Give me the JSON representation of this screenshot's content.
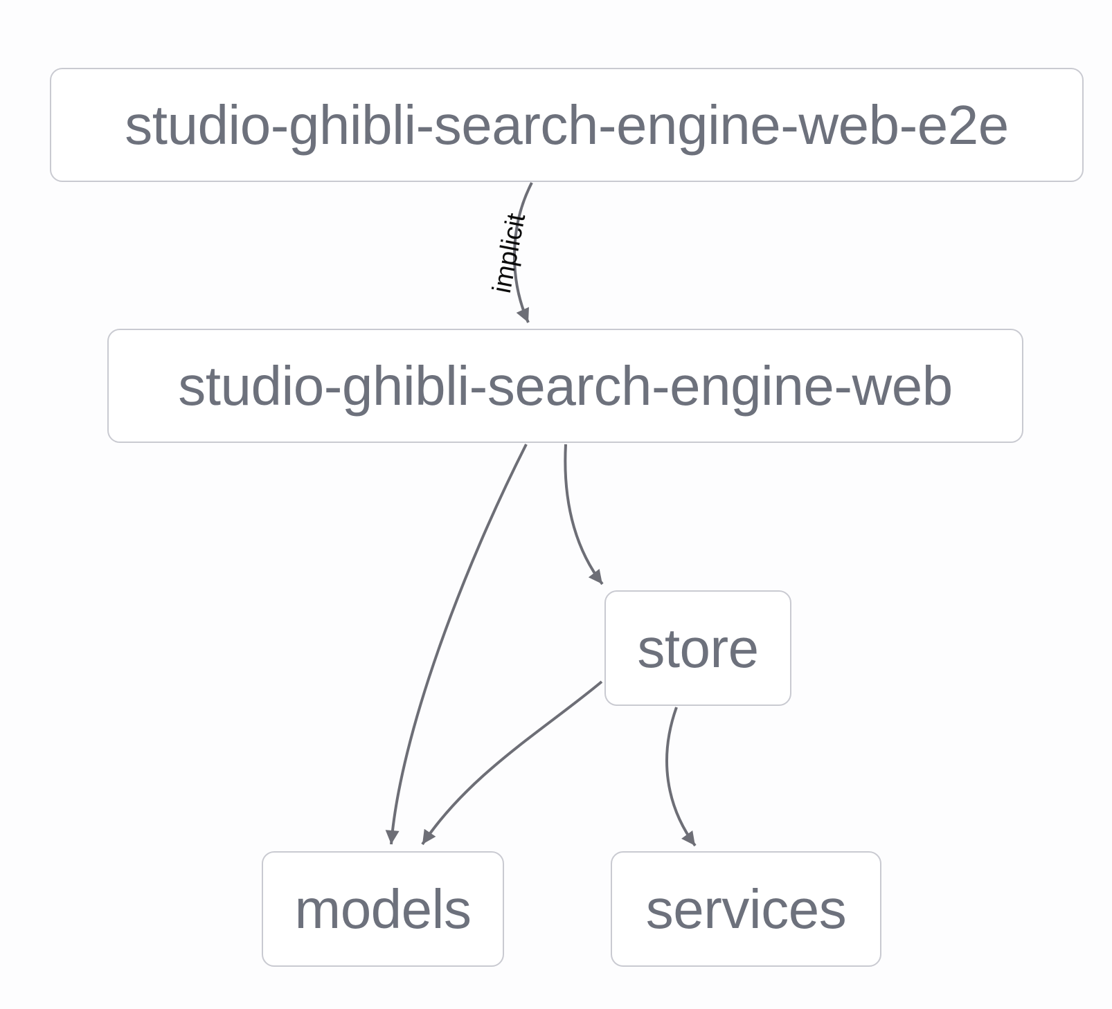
{
  "diagram": {
    "type": "dependency-graph",
    "nodes": {
      "e2e": {
        "label": "studio-ghibli-search-engine-web-e2e"
      },
      "web": {
        "label": "studio-ghibli-search-engine-web"
      },
      "store": {
        "label": "store"
      },
      "models": {
        "label": "models"
      },
      "services": {
        "label": "services"
      }
    },
    "edges": [
      {
        "from": "studio-ghibli-search-engine-web-e2e",
        "to": "studio-ghibli-search-engine-web",
        "label": "implicit"
      },
      {
        "from": "studio-ghibli-search-engine-web",
        "to": "models",
        "label": ""
      },
      {
        "from": "studio-ghibli-search-engine-web",
        "to": "store",
        "label": ""
      },
      {
        "from": "store",
        "to": "models",
        "label": ""
      },
      {
        "from": "store",
        "to": "services",
        "label": ""
      }
    ],
    "colors": {
      "background": "#fdfdfe",
      "node_fill": "#ffffff",
      "node_border": "#c9cad1",
      "node_text": "#6d717c",
      "edge": "#6d6e76",
      "edge_label_text": "#0a0a0a"
    }
  }
}
